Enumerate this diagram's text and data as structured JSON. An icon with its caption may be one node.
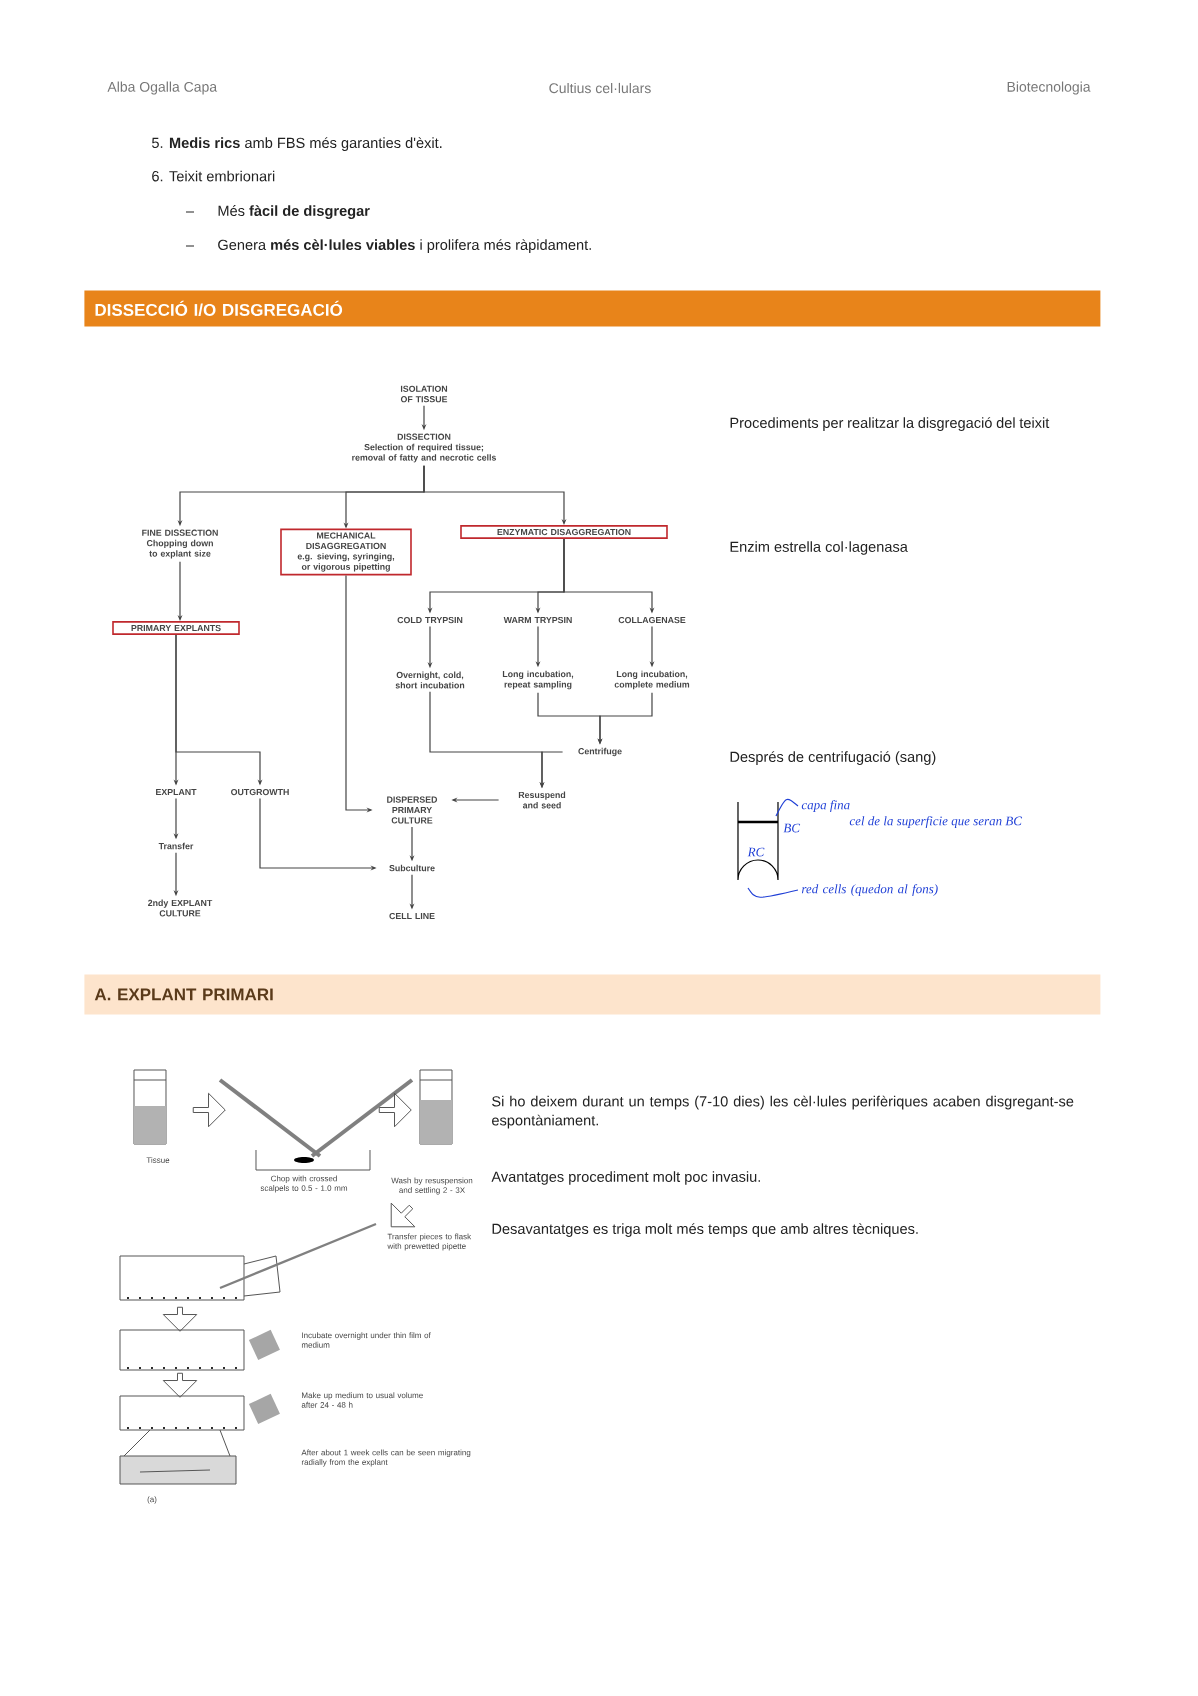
{
  "diagram": {
    "nodes": [
      {
        "text": [
          "DISSECCIÓ I/O DISGREGACIÓ"
        ]
      },
      {
        "text": [
          "ISOLATION OF TISSUE"
        ]
      },
      {
        "text": [
          "DISSECTION",
          "Selection of required tissue; removal of fatty and necrotic cells"
        ]
      },
      {
        "text": [
          "FINE DISSECTION",
          "Chopping down to explant size"
        ]
      },
      {
        "text": [
          "MECHANICAL DISAGGREGATION",
          "e.g. sieving, syringing, or vigorous pipetting"
        ]
      },
      {
        "text": [
          "ENZYMATIC DISAGGREGATION"
        ]
      },
      {
        "text": [
          "PRIMARY EXPLANTS"
        ]
      },
      {
        "text": [
          "COLD TRYPSIN"
        ]
      },
      {
        "text": [
          "WARM TRYPSIN"
        ]
      },
      {
        "text": [
          "COLLAGENASE"
        ]
      },
      {
        "text": [
          "Overnight, cold, short incubation"
        ]
      },
      {
        "text": [
          "Long incubation, repeat sampling"
        ]
      },
      {
        "text": [
          "Long incubation, complete medium"
        ]
      },
      {
        "text": [
          "Centrifuge"
        ]
      },
      {
        "text": [
          "Resuspend and seed"
        ]
      },
      {
        "text": [
          "EXPLANT"
        ]
      },
      {
        "text": [
          "OUTGROWTH"
        ]
      },
      {
        "text": [
          "DISPERSED PRIMARY CULTURE"
        ]
      },
      {
        "text": [
          "Transfer"
        ]
      },
      {
        "text": [
          "Subculture"
        ]
      },
      {
        "text": [
          "2ndy EXPLANT CULTURE"
        ]
      },
      {
        "text": [
          "CELL LINE"
        ]
      },
      {
        "text": [
          "A. EXPLANT PRIMARI"
        ]
      }
    ],
    "edges": [
      {
        "from": 1,
        "to": 2,
        "arrow": "to"
      },
      {
        "from": 2,
        "to": 3,
        "arrow": "to"
      },
      {
        "from": 2,
        "to": 4,
        "arrow": "to"
      },
      {
        "from": 2,
        "to": 5,
        "arrow": "to"
      },
      {
        "from": 3,
        "to": 6,
        "arrow": "to"
      },
      {
        "from": 4,
        "to": 17,
        "arrow": "to"
      },
      {
        "from": 5,
        "to": 7,
        "arrow": "to"
      },
      {
        "from": 5,
        "to": 8,
        "arrow": "to"
      },
      {
        "from": 5,
        "to": 9,
        "arrow": "to"
      },
      {
        "from": 7,
        "to": 10,
        "arrow": "to"
      },
      {
        "from": 8,
        "to": 11,
        "arrow": "to"
      },
      {
        "from": 9,
        "to": 12,
        "arrow": "to"
      },
      {
        "from": 10,
        "to": 14,
        "arrow": "to"
      },
      {
        "from": 11,
        "to": 13,
        "arrow": "to"
      },
      {
        "from": 12,
        "to": 13,
        "arrow": "to"
      },
      {
        "from": 13,
        "to": 14,
        "arrow": "to"
      },
      {
        "from": 14,
        "to": 17,
        "arrow": "to"
      },
      {
        "from": 6,
        "to": 15,
        "arrow": "to"
      },
      {
        "from": 6,
        "to": 16,
        "arrow": "to"
      },
      {
        "from": 15,
        "to": 18,
        "arrow": "to"
      },
      {
        "from": 18,
        "to": 20,
        "arrow": "to"
      },
      {
        "from": 16,
        "to": 19,
        "arrow": "to"
      },
      {
        "from": 17,
        "to": 19,
        "arrow": "to"
      },
      {
        "from": 19,
        "to": 21,
        "arrow": "to"
      }
    ],
    "labels": [
      "Alba Ogalla Capa",
      "Cultius cel·lulars",
      "Biotecnologia",
      "5. **Medis rics** amb FBS més garanties d'èxit.",
      "6. Teixit embrionari",
      "Més **fàcil de disgregar**",
      "Genera **més cèl·lules viables** i prolifera més ràpidament.",
      "Procediments per realitzar la disgregació del teixit",
      "Enzim estrella col·lagenasa",
      "Després de centrifugació (sang)",
      "capa fina",
      "cel de la superficie que seran BC",
      "BC",
      "RC",
      "red cells (quedon al fons)",
      "Tissue",
      "Chop with crossed scalpels to 0.5 - 1.0 mm",
      "Wash by resuspension and settling 2 - 3X",
      "Transfer pieces to flask with prewetted pipette",
      "Incubate overnight under thin film of medium",
      "Make up medium to usual volume after 24 - 48 h",
      "After about 1 week cells can be seen migrating radially from the explant",
      "(a)",
      "Si ho deixem durant un temps (7-10 dies) les cèl·lules perifèriques acaben disgregant-se espontàniament.",
      "Avantatges procediment molt poc invasiu.",
      "Desavantatges es triga molt més temps que amb altres tècniques."
    ]
  }
}
